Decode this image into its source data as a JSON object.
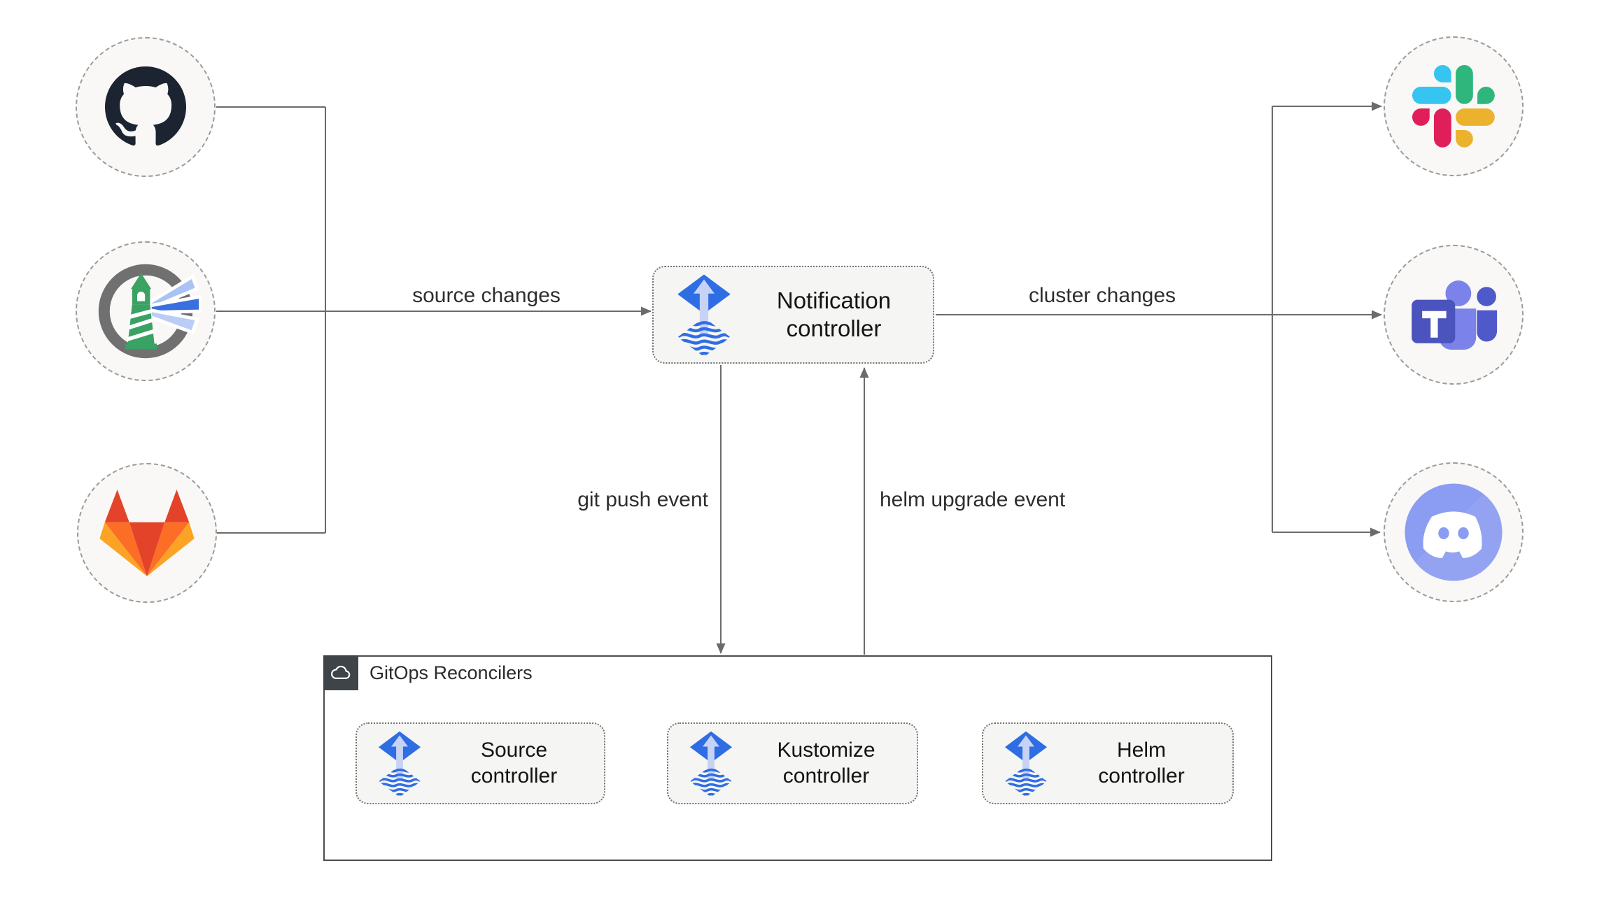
{
  "diagram": {
    "sources": [
      {
        "icon": "github-icon"
      },
      {
        "icon": "harbor-icon"
      },
      {
        "icon": "gitlab-icon"
      }
    ],
    "notification": {
      "icon": "flux-icon",
      "line1": "Notification",
      "line2": "controller"
    },
    "targets": [
      {
        "icon": "slack-icon"
      },
      {
        "icon": "microsoft-teams-icon"
      },
      {
        "icon": "discord-icon"
      }
    ],
    "edges": {
      "source_changes": "source changes",
      "cluster_changes": "cluster changes",
      "git_push": "git push event",
      "helm_upgrade": "helm upgrade event"
    },
    "reconcilers": {
      "badge_icon": "cloud-icon",
      "title": "GitOps Reconcilers",
      "items": [
        {
          "icon": "flux-icon",
          "line1": "Source",
          "line2": "controller"
        },
        {
          "icon": "flux-icon",
          "line1": "Kustomize",
          "line2": "controller"
        },
        {
          "icon": "flux-icon",
          "line1": "Helm",
          "line2": "controller"
        }
      ]
    },
    "colors": {
      "flux_blue": "#2f6de4",
      "flux_arrow_light": "#c7d3f5",
      "connector_gray": "#6b6b6b",
      "circle_bg": "#f9f8f6",
      "box_bg": "#f5f5f3",
      "github_dark": "#1b2430",
      "gitlab_red": "#e24329",
      "gitlab_orange": "#fc6d26",
      "gitlab_yellow": "#fca326",
      "slack_blue": "#36c5f0",
      "slack_green": "#2eb67d",
      "slack_red": "#e01e5a",
      "slack_yellow": "#ecb22e",
      "teams_purple": "#4b53bc",
      "teams_light": "#7b83eb",
      "discord_blurple": "#8b9df2",
      "harbor_gray": "#707070",
      "harbor_green": "#3aa263",
      "badge_bg": "#3f4449"
    }
  }
}
